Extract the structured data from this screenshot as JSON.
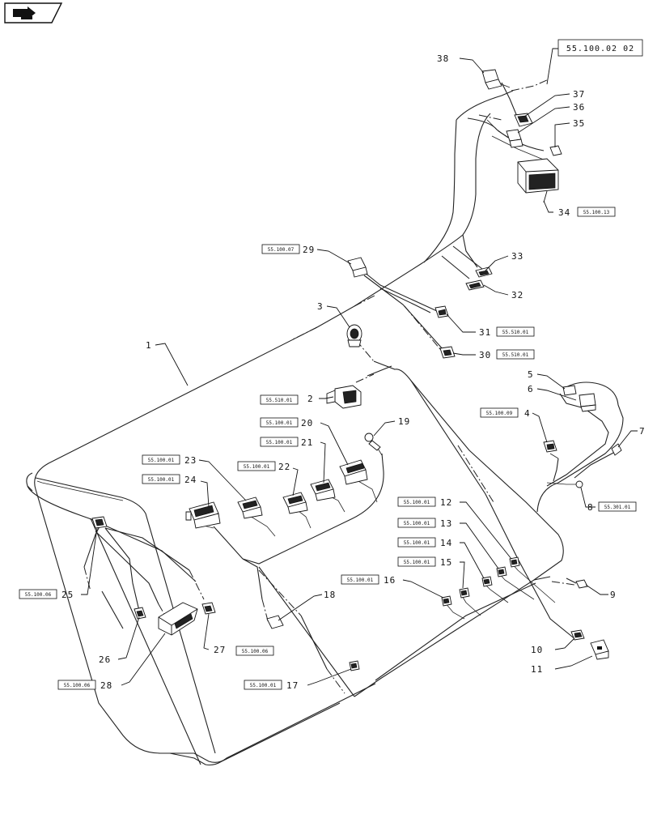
{
  "nav_icon": "page-forward-icon",
  "top_reference": "55.100.02 02",
  "callouts": {
    "c1": "1",
    "c2": "2",
    "c3": "3",
    "c4": "4",
    "c5": "5",
    "c6": "6",
    "c7": "7",
    "c8": "8",
    "c9": "9",
    "c10": "10",
    "c11": "11",
    "c12": "12",
    "c13": "13",
    "c14": "14",
    "c15": "15",
    "c16": "16",
    "c17": "17",
    "c18": "18",
    "c19": "19",
    "c20": "20",
    "c21": "21",
    "c22": "22",
    "c23": "23",
    "c24": "24",
    "c25": "25",
    "c26": "26",
    "c27": "27",
    "c28": "28",
    "c29": "29",
    "c30": "30",
    "c31": "31",
    "c32": "32",
    "c33": "33",
    "c34": "34",
    "c35": "35",
    "c36": "36",
    "c37": "37",
    "c38": "38"
  },
  "refs": {
    "r34": "55.100.13",
    "r29": "55.100.07",
    "r31": "55.510.01",
    "r30": "55.510.01",
    "r2": "55.510.01",
    "r20": "55.100.01",
    "r21": "55.100.01",
    "r22": "55.100.01",
    "r23": "55.100.01",
    "r24": "55.100.01",
    "r4": "55.100.09",
    "r8": "55.301.01",
    "r12": "55.100.01",
    "r13": "55.100.01",
    "r14": "55.100.01",
    "r15": "55.100.01",
    "r16": "55.100.01",
    "r25": "55.100.06",
    "r27": "55.100.06",
    "r28": "55.100.06",
    "r17": "55.100.01"
  }
}
